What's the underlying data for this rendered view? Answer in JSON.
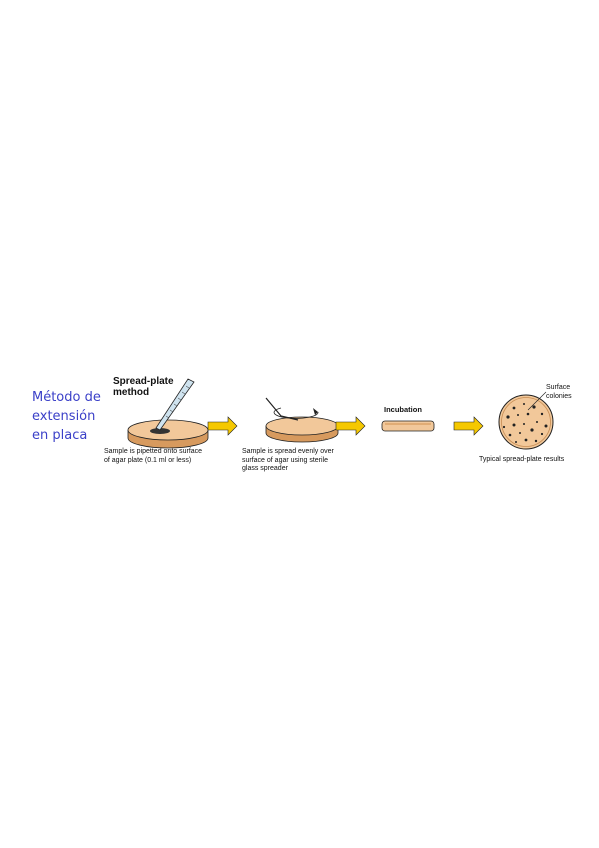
{
  "side_label": {
    "lines": [
      "Método de",
      "extensión",
      "en placa"
    ]
  },
  "diagram": {
    "title_lines": [
      "Spread-plate",
      "method"
    ],
    "step1_caption": [
      "Sample is pipetted onto surface",
      "of agar plate (0.1 ml or less)"
    ],
    "step2_caption": [
      "Sample is spread evenly over",
      "surface of agar using sterile",
      "glass spreader"
    ],
    "incubation_label": "Incubation",
    "colonies_label": [
      "Surface",
      "colonies"
    ],
    "result_caption": "Typical spread-plate results"
  },
  "colors": {
    "label_blue": "#3b40c8",
    "agar": "#f2c89a",
    "agar_dark": "#d79a5e",
    "arrow_yellow": "#f5c800",
    "colony": "#222222"
  }
}
